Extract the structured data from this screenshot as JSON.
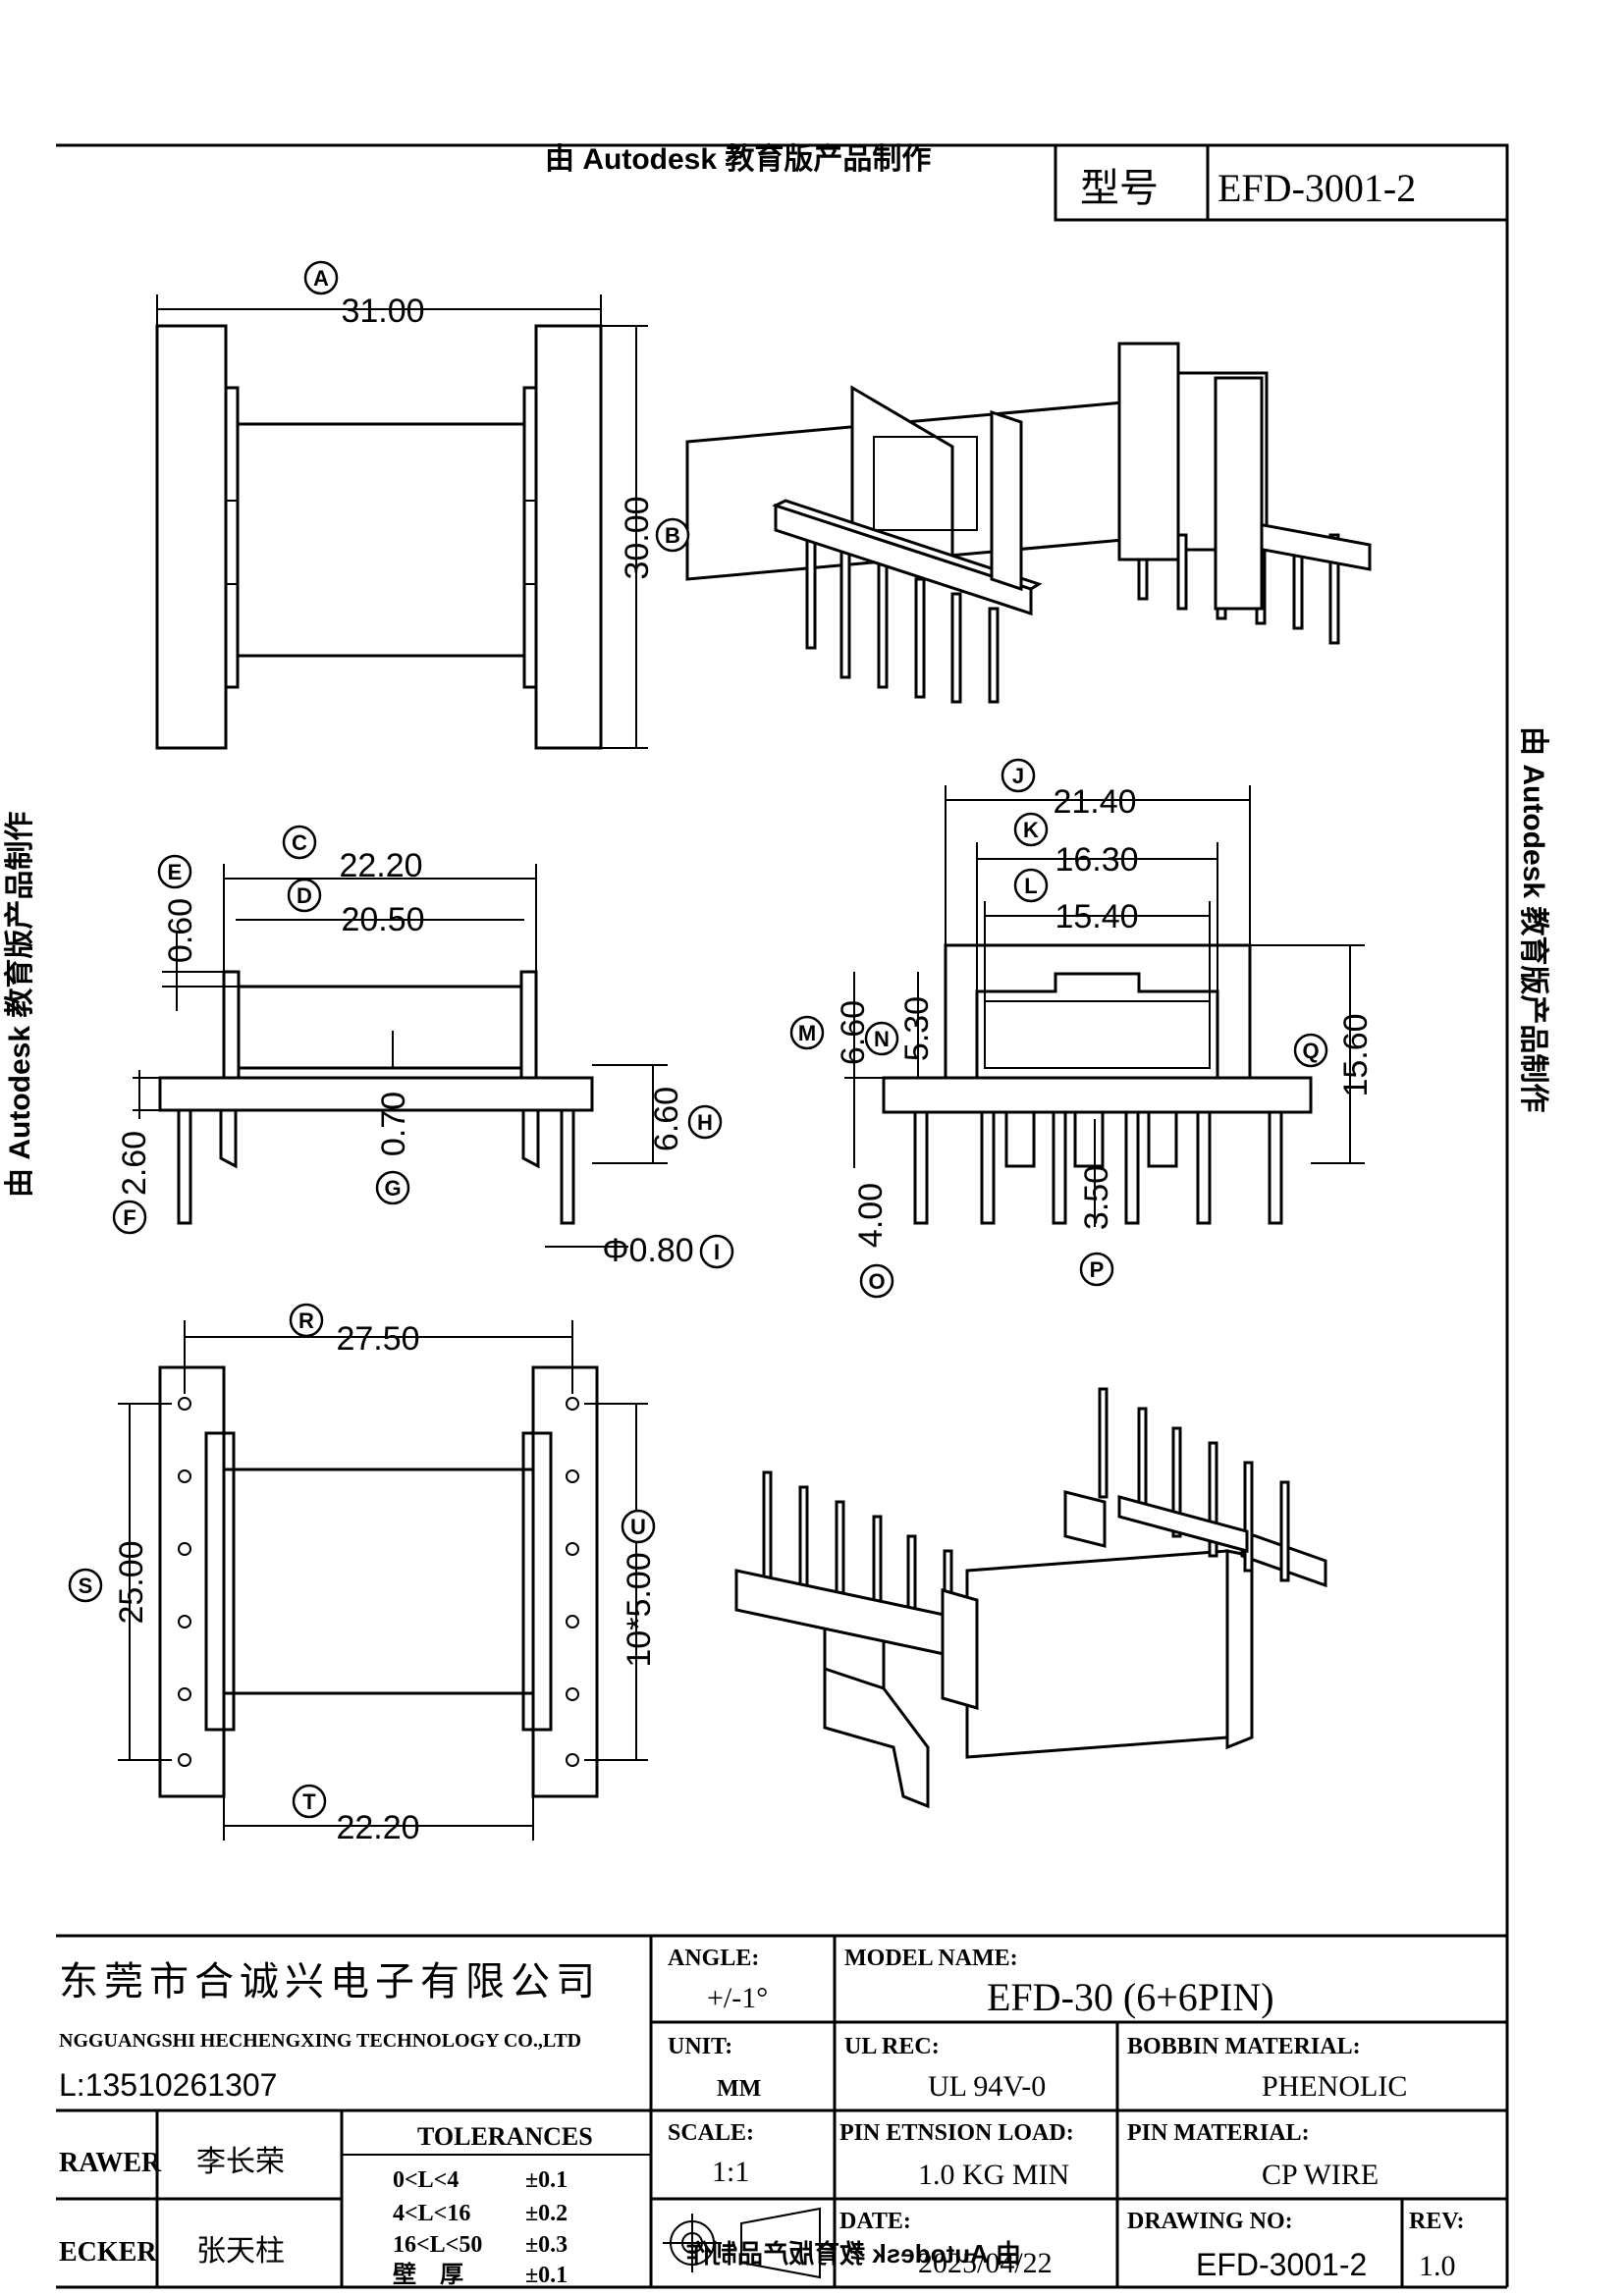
{
  "watermark": "由 Autodesk 教育版产品制作",
  "header": {
    "model_label": "型号",
    "model_value": "EFD-3001-2"
  },
  "callouts": {
    "A": {
      "id": "A",
      "value": "31.00"
    },
    "B": {
      "id": "B",
      "value": "30.00"
    },
    "C": {
      "id": "C",
      "value": "22.20"
    },
    "D": {
      "id": "D",
      "value": "20.50"
    },
    "E": {
      "id": "E",
      "value": "0.60"
    },
    "F": {
      "id": "F",
      "value": "2.60"
    },
    "G": {
      "id": "G",
      "value": "0.70"
    },
    "H": {
      "id": "H",
      "value": "6.60"
    },
    "I": {
      "id": "I",
      "value": "Φ0.80"
    },
    "J": {
      "id": "J",
      "value": "21.40"
    },
    "K": {
      "id": "K",
      "value": "16.30"
    },
    "L": {
      "id": "L",
      "value": "15.40"
    },
    "M": {
      "id": "M",
      "value": "6.60"
    },
    "N": {
      "id": "N",
      "value": "5.30"
    },
    "O": {
      "id": "O",
      "value": "4.00"
    },
    "P": {
      "id": "P",
      "value": "3.50"
    },
    "Q": {
      "id": "Q",
      "value": "15.60"
    },
    "R": {
      "id": "R",
      "value": "27.50"
    },
    "S": {
      "id": "S",
      "value": "25.00"
    },
    "T": {
      "id": "T",
      "value": "22.20"
    },
    "U": {
      "id": "U",
      "value": "10*5.00"
    }
  },
  "title_block": {
    "company_cn": "东莞市合诚兴电子有限公司",
    "company_en": "NGGUANGSHI HECHENGXING TECHNOLOGY CO.,LTD",
    "tel": "L:13510261307",
    "drawer_label": "RAWER",
    "drawer_name": "李长荣",
    "checker_label": "ECKER",
    "checker_name": "张天柱",
    "tolerances_label": "TOLERANCES",
    "tolerances": [
      {
        "range": "0<L<4",
        "value": "±0.1"
      },
      {
        "range": "4<L<16",
        "value": "±0.2"
      },
      {
        "range": "16<L<50",
        "value": "±0.3"
      },
      {
        "range": "壁　厚",
        "value": "±0.1"
      }
    ],
    "angle_label": "ANGLE:",
    "angle_value": "+/-1°",
    "unit_label": "UNIT:",
    "unit_value": "MM",
    "scale_label": "SCALE:",
    "scale_value": "1:1",
    "model_name_label": "MODEL NAME:",
    "model_name_value": "EFD-30 (6+6PIN)",
    "ul_rec_label": "UL REC:",
    "ul_rec_value": "UL 94V-0",
    "bobbin_material_label": "BOBBIN MATERIAL:",
    "bobbin_material_value": "PHENOLIC",
    "pin_load_label": "PIN ETNSION LOAD:",
    "pin_load_value": "1.0 KG MIN",
    "pin_material_label": "PIN MATERIAL:",
    "pin_material_value": "CP WIRE",
    "date_label": "DATE:",
    "date_value": "2025/04/22",
    "drawing_no_label": "DRAWING NO:",
    "drawing_no_value": "EFD-3001-2",
    "rev_label": "REV:",
    "rev_value": "1.0"
  }
}
